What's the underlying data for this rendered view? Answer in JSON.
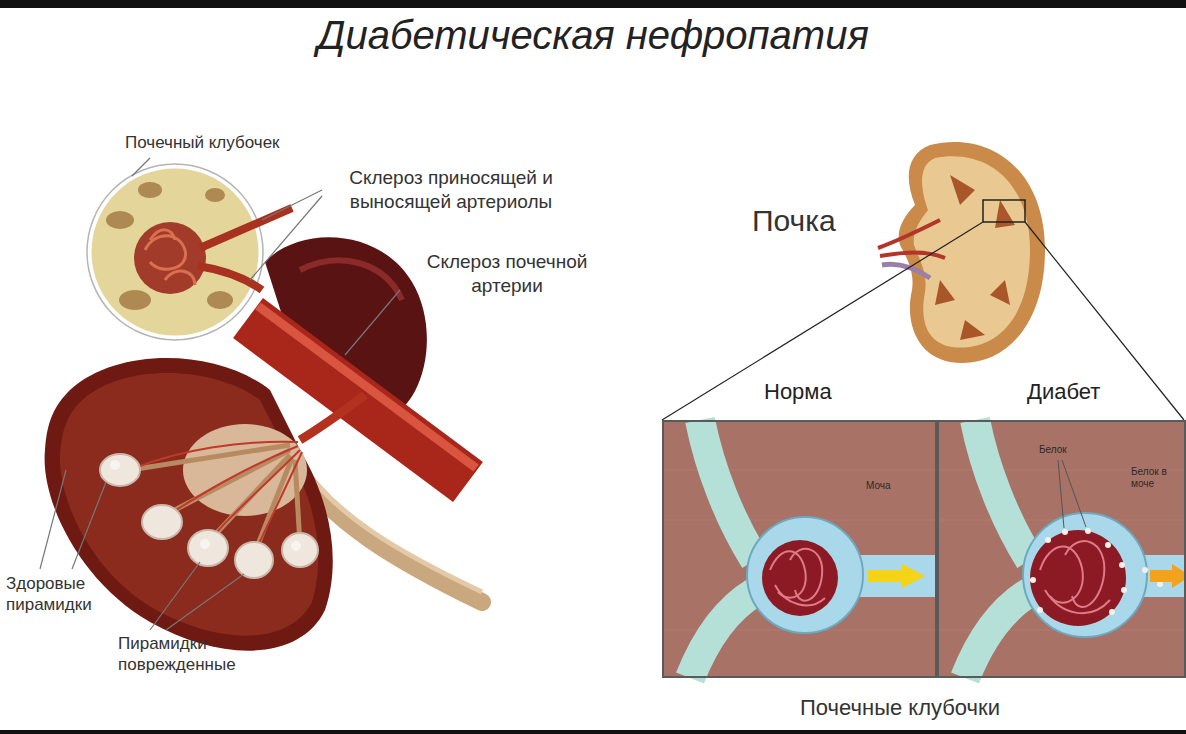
{
  "diagram": {
    "title": "Диабетическая нефропатия",
    "nodes": [
      {
        "text": [
          "Норма",
          "Моча"
        ]
      },
      {
        "text": [
          "Диабет",
          "Белок",
          "Белок в моче"
        ]
      }
    ],
    "labels": [
      "Почечный клубочек",
      "Склероз приносящей и выносящей артериолы",
      "Склероз почечной артерии",
      "Почка",
      "Здоровые пирамидки",
      "Пирамидки поврежденные",
      "Почечные клубочки"
    ]
  }
}
